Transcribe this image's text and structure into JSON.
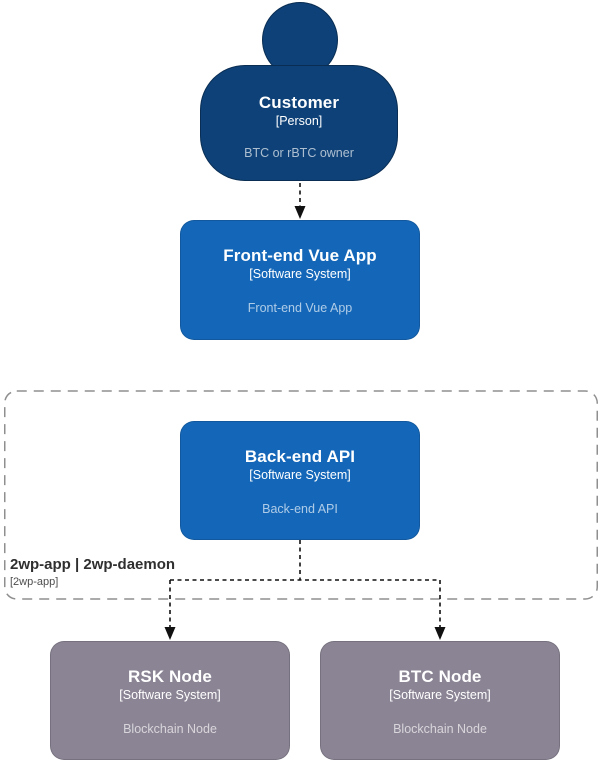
{
  "diagram": {
    "boundary": {
      "label": "2wp-app | 2wp-daemon",
      "sublabel": "[2wp-app]"
    },
    "nodes": {
      "customer": {
        "title": "Customer",
        "subtitle": "[Person]",
        "description": "BTC or rBTC owner"
      },
      "frontend": {
        "title": "Front-end Vue App",
        "subtitle": "[Software System]",
        "description": "Front-end Vue App"
      },
      "backend": {
        "title": "Back-end API",
        "subtitle": "[Software System]",
        "description": "Back-end API"
      },
      "rsk_node": {
        "title": "RSK Node",
        "subtitle": "[Software System]",
        "description": "Blockchain Node"
      },
      "btc_node": {
        "title": "BTC Node",
        "subtitle": "[Software System]",
        "description": "Blockchain Node"
      }
    },
    "colors": {
      "person_fill": "#0d4177",
      "system_fill": "#1467b8",
      "external_fill": "#8b8494",
      "connector": "#111111",
      "boundary_border": "#8f8f8f"
    }
  }
}
